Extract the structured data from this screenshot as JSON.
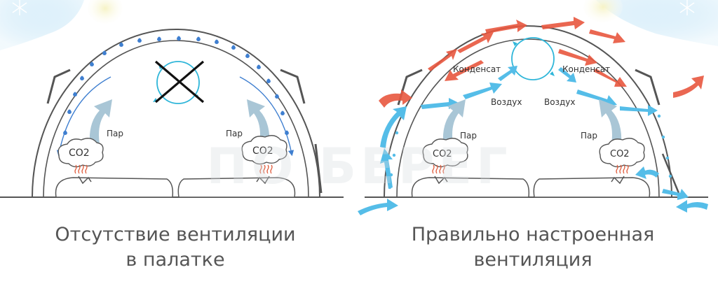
{
  "left_panel": {
    "vapor_label_left": "Пар",
    "vapor_label_right": "Пар",
    "co2_left": "CO2",
    "co2_right": "CO2",
    "caption_line1": "Отсутствие вентиляции",
    "caption_line2": "в палатке"
  },
  "right_panel": {
    "condensate_label_left": "Конденсат",
    "condensate_label_right": "Конденсат",
    "air_label_left": "Воздух",
    "air_label_right": "Воздух",
    "vapor_label_left": "Пар",
    "vapor_label_right": "Пар",
    "co2_left": "CO2",
    "co2_right": "CO2",
    "caption_line1": "Правильно настроенная",
    "caption_line2": "вентиляция"
  },
  "watermark": "ПО БЕРЕГ",
  "colors": {
    "tent_outline": "#555555",
    "drop": "#3f7fd0",
    "cold_flow": "#55bde8",
    "warm_flow": "#e8573f",
    "vapor": "#a9c6d6",
    "heat": "#e05a3a",
    "frost_sky": "#bfe3f6"
  }
}
